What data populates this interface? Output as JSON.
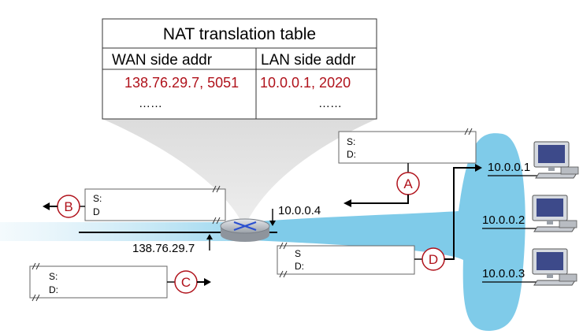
{
  "nat_table": {
    "title": "NAT translation table",
    "col_wan": "WAN side addr",
    "col_lan": "LAN side addr",
    "row_wan": "138.76.29.7, 5051",
    "row_lan": "10.0.0.1, 2020",
    "dots_wan": "……",
    "dots_lan": "……"
  },
  "router": {
    "lan_ip": "10.0.0.4",
    "wan_ip": "138.76.29.7"
  },
  "hosts": [
    {
      "ip": "10.0.0.1"
    },
    {
      "ip": "10.0.0.2"
    },
    {
      "ip": "10.0.0.3"
    }
  ],
  "datagrams": {
    "A": {
      "label": "A",
      "src": "S:",
      "dst": "D:"
    },
    "B": {
      "label": "B",
      "src": "S:",
      "dst": "D"
    },
    "C": {
      "label": "C",
      "src": "S:",
      "dst": "D:"
    },
    "D": {
      "label": "D",
      "src": "S",
      "dst": "D:"
    }
  },
  "colors": {
    "accent_red": "#b0121b",
    "network_blue": "#7fcbe9",
    "router_blue": "#2a4fd0"
  }
}
